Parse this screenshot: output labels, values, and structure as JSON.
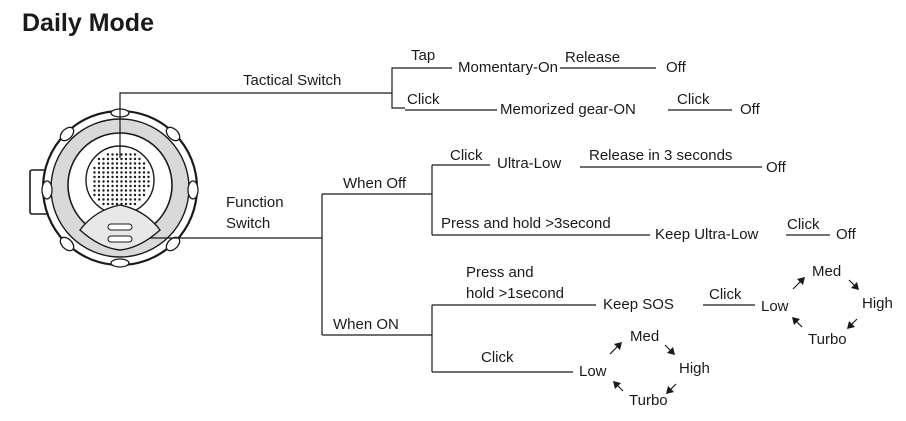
{
  "title": "Daily Mode",
  "tactical": {
    "label": "Tactical Switch",
    "tap": "Tap",
    "momentary_on": "Momentary-On",
    "release": "Release",
    "off1": "Off",
    "click": "Click",
    "memorized": "Memorized gear-ON",
    "click2": "Click",
    "off2": "Off"
  },
  "function": {
    "label_line1": "Function",
    "label_line2": "Switch",
    "when_off": {
      "label": "When Off",
      "click": "Click",
      "ultra_low": "Ultra-Low",
      "release3": "Release in 3 seconds",
      "off": "Off",
      "press_hold": "Press and hold >3second",
      "keep_ultra_low": "Keep Ultra-Low",
      "click2": "Click",
      "off2": "Off"
    },
    "when_on": {
      "label": "When ON",
      "press_hold_line1": "Press and",
      "press_hold_line2": "hold >1second",
      "keep_sos": "Keep SOS",
      "click_sos": "Click",
      "cycle_a": {
        "low": "Low",
        "med": "Med",
        "high": "High",
        "turbo": "Turbo"
      },
      "click": "Click",
      "cycle_b": {
        "low": "Low",
        "med": "Med",
        "high": "High",
        "turbo": "Turbo"
      }
    }
  },
  "icon": "flashlight-tailcap-icon"
}
